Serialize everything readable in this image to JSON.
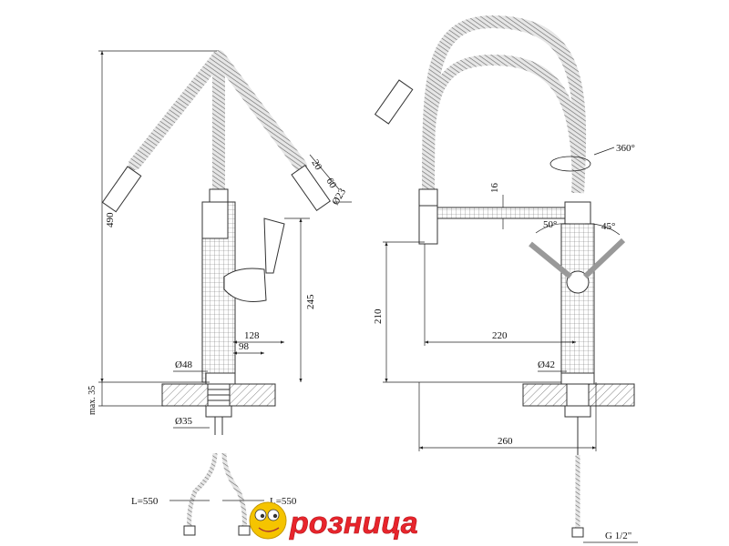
{
  "dimensions": {
    "height_total": "490",
    "mount_max": "max. 35",
    "base_diameter": "Ø48",
    "shank_diameter": "Ø35",
    "lever_reach_128": "128",
    "lever_reach_98": "98",
    "handle_height": "245",
    "spray_d20": "20",
    "spray_len60": "60",
    "spray_d23": "Ø23",
    "hose_len_left": "L=550",
    "hose_len_right": "L=550",
    "rotation": "360°",
    "bar_16": "16",
    "angle_50": "50°",
    "angle_45": "45°",
    "spout_height": "210",
    "spout_reach": "220",
    "body_diameter": "Ø42",
    "overall_width": "260",
    "thread": "G 1/2\""
  },
  "logo": {
    "text": "розница",
    "colors": {
      "text": "#e8252c",
      "mascot": "#f5c400"
    }
  },
  "colors": {
    "line": "#333333",
    "hatch": "#888888"
  }
}
